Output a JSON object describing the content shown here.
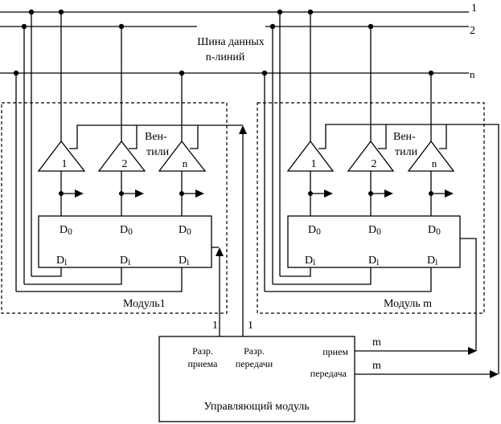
{
  "bus": {
    "title_line1": "Шина данных",
    "title_line2": "n-линий",
    "line_labels": [
      "1",
      "2",
      "n"
    ]
  },
  "modules": [
    {
      "name": "Модуль1",
      "gates_label_line1": "Вен-",
      "gates_label_line2": "тили",
      "gates": [
        "1",
        "2",
        "n"
      ],
      "register": {
        "outputs": [
          "D",
          "D",
          "D"
        ],
        "output_sub": "0",
        "inputs": [
          "D",
          "D",
          "D"
        ],
        "input_sub": "i"
      }
    },
    {
      "name": "Модуль m",
      "gates_label_line1": "Вен-",
      "gates_label_line2": "тили",
      "gates": [
        "1",
        "2",
        "n"
      ],
      "register": {
        "outputs": [
          "D",
          "D",
          "D"
        ],
        "output_sub": "0",
        "inputs": [
          "D",
          "D",
          "D"
        ],
        "input_sub": "i"
      }
    }
  ],
  "control": {
    "title": "Управляющий модуль",
    "recv_enable_line1": "Разр.",
    "recv_enable_line2": "приема",
    "send_enable_line1": "Разр.",
    "send_enable_line2": "передачи",
    "recv_label": "прием",
    "send_label": "передача",
    "recv_enable_width": "1",
    "send_enable_width": "1",
    "recv_bus_width": "m",
    "send_bus_width": "m"
  }
}
